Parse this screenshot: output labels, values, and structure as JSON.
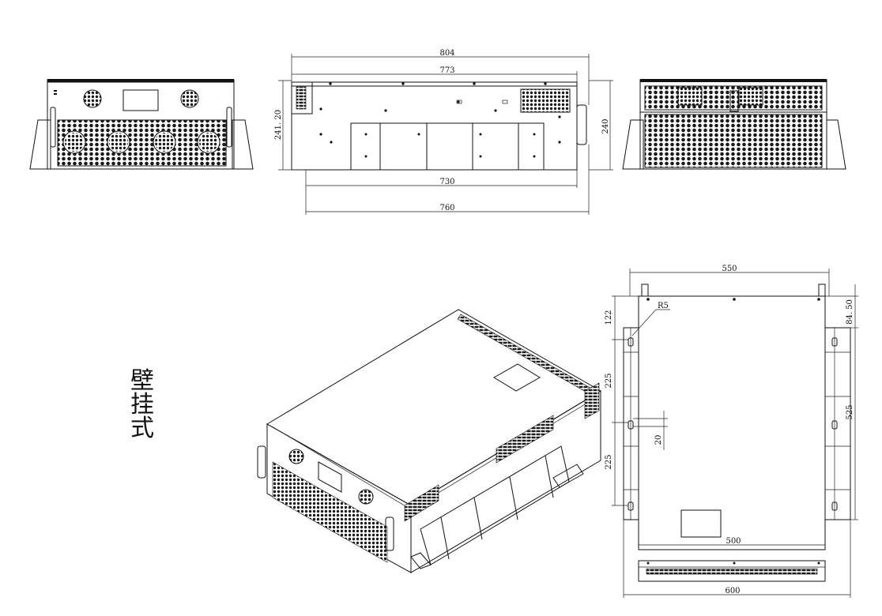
{
  "mount_label": [
    "壁",
    "挂",
    "式"
  ],
  "dimensions": {
    "side_overall": "804",
    "side_body": "773",
    "side_base_inner": "730",
    "side_base_outer": "760",
    "side_height_left": "241. 20",
    "side_height_right": "240",
    "plan_top_width": "550",
    "plan_bottom_inner": "500",
    "plan_bottom_outer": "600",
    "plan_top_offset": "122",
    "plan_pitch_1": "225",
    "plan_pitch_2": "225",
    "plan_slot": "20",
    "plan_right_offset": "84. 50",
    "plan_right_span": "525",
    "plan_radius": "R5"
  }
}
